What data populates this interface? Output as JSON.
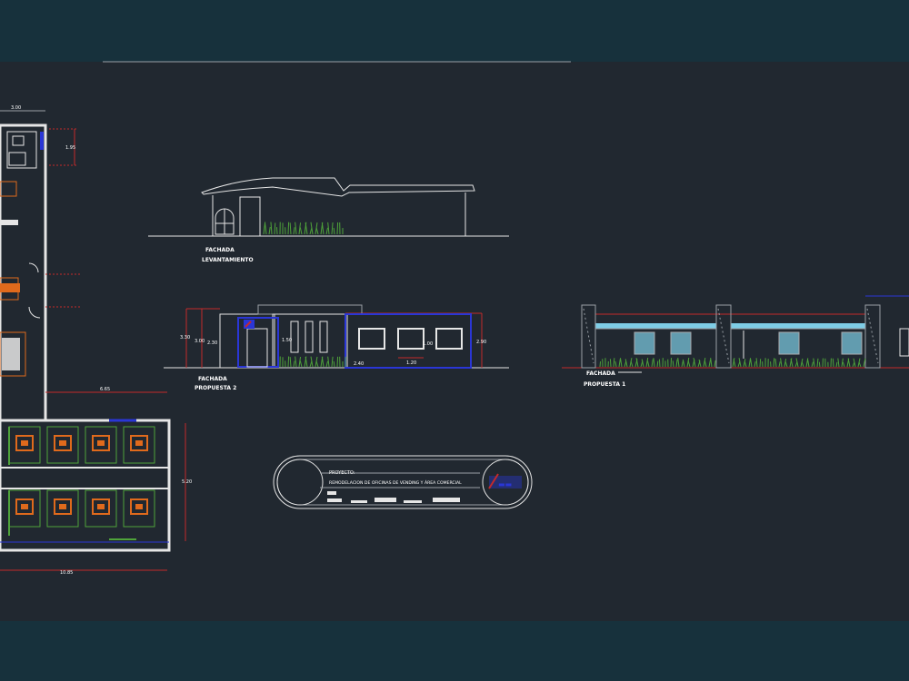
{
  "app": {
    "view": "CAD model space"
  },
  "colors": {
    "band": "#17313c",
    "canvas": "#212830",
    "line_white": "#e6e6e6",
    "line_gray": "#9aa0a6",
    "line_red": "#c42a2a",
    "line_blue": "#2a36d6",
    "line_cyan": "#7ecde6",
    "plant_green": "#4fa33a",
    "furniture_orange": "#e06a1c",
    "text_white": "#ffffff"
  },
  "elevations": {
    "levantamiento": {
      "label_line1": "FACHADA",
      "label_line2": "LEVANTAMIENTO"
    },
    "propuesta2": {
      "label_line1": "FACHADA",
      "label_line2": "PROPUESTA 2",
      "dim_height_outer": "3.30",
      "dim_height_inner": "3.00",
      "dim_height_2": "2.30",
      "dim_door": "1.50",
      "dim_window": "1.00",
      "dim_window_width": "1.20",
      "dim_bottom": "2.40",
      "dim_right": "2.90"
    },
    "propuesta1": {
      "label_line1": "FACHADA",
      "label_line2": "PROPUESTA 1"
    }
  },
  "floor_plan": {
    "dim_top": "3.00",
    "dim_side": "1.95",
    "dim_width": "6.65",
    "dim_height": "5.20",
    "dim_total": "10.85"
  },
  "title_block": {
    "label": "PROYECTO:",
    "project": "REMODELACION DE OFICINAS DE VENDING Y ÁREA COMERCIAL"
  }
}
